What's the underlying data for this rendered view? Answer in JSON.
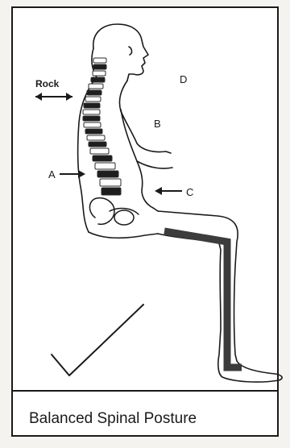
{
  "labels": {
    "rock": "Rock",
    "a": "A",
    "b": "B",
    "c": "C",
    "d": "D"
  },
  "caption": "Balanced Spinal Posture",
  "colors": {
    "ink": "#1a1a1a",
    "spine": "#2a2a2a",
    "leg_bar": "#3c3c3c"
  },
  "icons": [
    "rock-arrow-icon",
    "arrow-a-icon",
    "arrow-c-icon",
    "checkmark-icon"
  ]
}
